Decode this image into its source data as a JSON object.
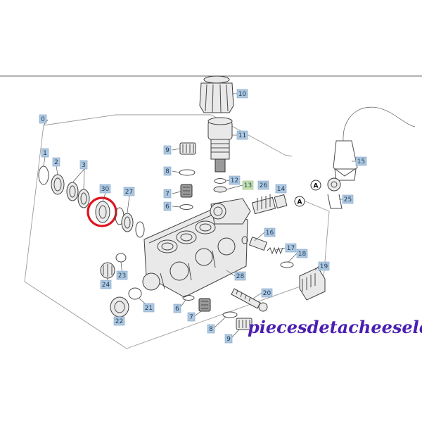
{
  "callouts": [
    {
      "id": "c0",
      "text": "0"
    },
    {
      "id": "c1",
      "text": "1"
    },
    {
      "id": "c2",
      "text": "2"
    },
    {
      "id": "c3",
      "text": "3"
    },
    {
      "id": "c30",
      "text": "30"
    },
    {
      "id": "c27",
      "text": "27"
    },
    {
      "id": "c10",
      "text": "10"
    },
    {
      "id": "c11",
      "text": "11"
    },
    {
      "id": "c9a",
      "text": "9"
    },
    {
      "id": "c8a",
      "text": "8"
    },
    {
      "id": "c7a",
      "text": "7"
    },
    {
      "id": "c6a",
      "text": "6"
    },
    {
      "id": "c12",
      "text": "12"
    },
    {
      "id": "c13",
      "text": "13"
    },
    {
      "id": "c26",
      "text": "26"
    },
    {
      "id": "c14",
      "text": "14"
    },
    {
      "id": "c15",
      "text": "15"
    },
    {
      "id": "c25",
      "text": "25"
    },
    {
      "id": "c16",
      "text": "16"
    },
    {
      "id": "c17",
      "text": "17"
    },
    {
      "id": "c18",
      "text": "18"
    },
    {
      "id": "c19",
      "text": "19"
    },
    {
      "id": "c23",
      "text": "23"
    },
    {
      "id": "c24",
      "text": "24"
    },
    {
      "id": "c28",
      "text": "28"
    },
    {
      "id": "c20",
      "text": "20"
    },
    {
      "id": "c21",
      "text": "21"
    },
    {
      "id": "c22",
      "text": "22"
    },
    {
      "id": "c6b",
      "text": "6"
    },
    {
      "id": "c7b",
      "text": "7"
    },
    {
      "id": "c8b",
      "text": "8"
    },
    {
      "id": "c9b",
      "text": "9"
    }
  ],
  "connector_marks": [
    "A",
    "A"
  ],
  "highlight": {
    "target": "30",
    "color": "#e0141e"
  },
  "watermark": "piecesdetacheeselec.com",
  "colors": {
    "tag": "#aec8e0",
    "tag_highlight": "#c4e0b0",
    "watermark": "#4a1fb0"
  }
}
